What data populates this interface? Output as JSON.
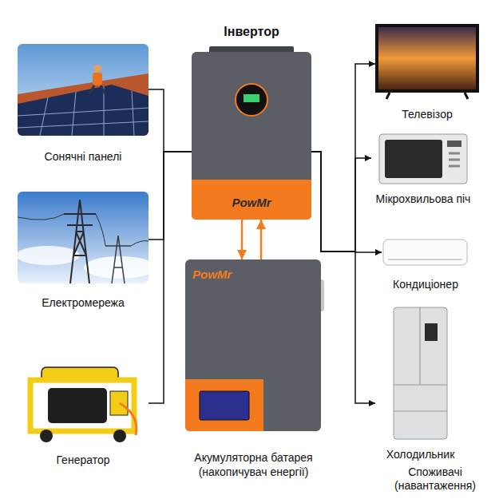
{
  "diagram": {
    "nodes": [
      {
        "text": [
          "Сонячні панелі"
        ]
      },
      {
        "text": [
          "Електромережа"
        ]
      },
      {
        "text": [
          "Генератор"
        ]
      },
      {
        "text": [
          "Інвертор",
          "PowMr"
        ]
      },
      {
        "text": [
          "PowMr",
          "Акумуляторна батарея (накопичувач енергії)"
        ]
      },
      {
        "text": [
          "Телевізор"
        ]
      },
      {
        "text": [
          "Мікрохвильова піч"
        ]
      },
      {
        "text": [
          "Кондиціонер"
        ]
      },
      {
        "text": [
          "Холодильник"
        ]
      }
    ],
    "edges": [
      {
        "from": 0,
        "to": 3,
        "arrow": "none"
      },
      {
        "from": 1,
        "to": 3,
        "arrow": "none"
      },
      {
        "from": 2,
        "to": 3,
        "arrow": "none"
      },
      {
        "from": 3,
        "to": 4,
        "arrow": "to"
      },
      {
        "from": 4,
        "to": 3,
        "arrow": "to"
      },
      {
        "from": 3,
        "to": 5,
        "arrow": "to"
      },
      {
        "from": 3,
        "to": 6,
        "arrow": "to"
      },
      {
        "from": 3,
        "to": 7,
        "arrow": "to"
      },
      {
        "from": 3,
        "to": 8,
        "arrow": "to"
      }
    ],
    "labels": [
      "Споживачі (навантаження)"
    ]
  }
}
